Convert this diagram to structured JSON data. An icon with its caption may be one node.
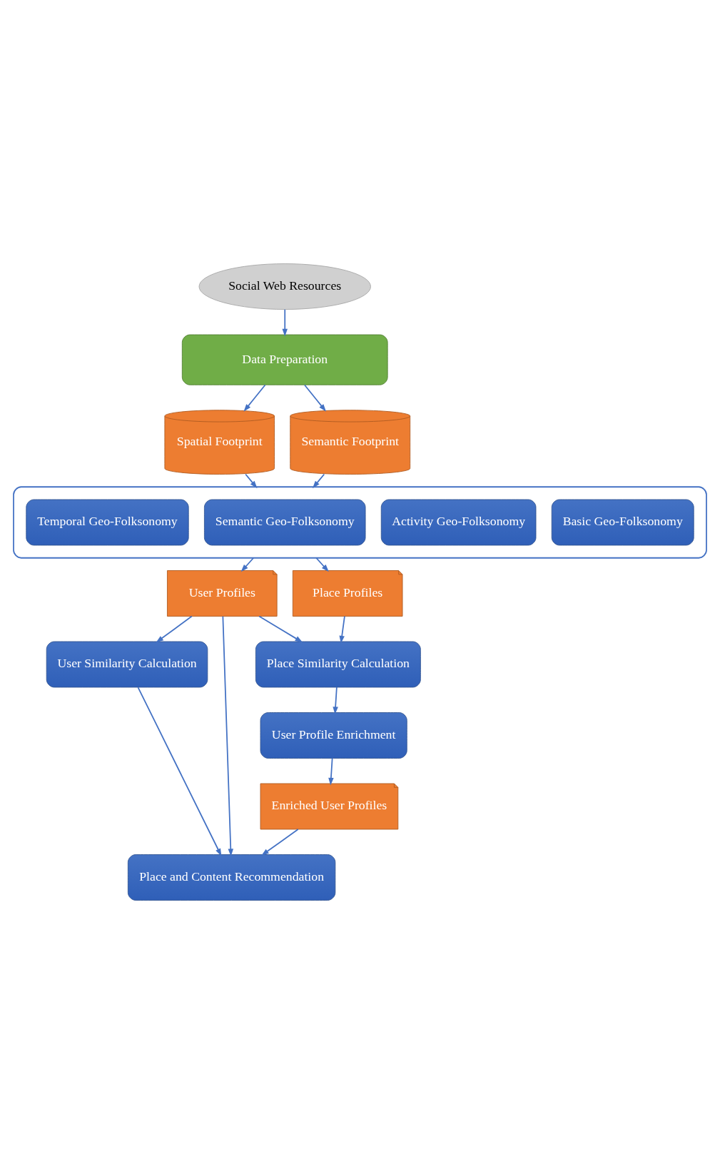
{
  "diagram": {
    "nodes": [
      {
        "text": [
          "Social Web Resources"
        ]
      },
      {
        "text": [
          "Data Preparation"
        ]
      },
      {
        "text": [
          "Spatial Footprint"
        ]
      },
      {
        "text": [
          "Semantic Footprint"
        ]
      },
      {
        "text": [],
        "shape": "box"
      },
      {
        "text": [
          "Basic Geo-Folksonomy"
        ],
        "in": 4
      },
      {
        "text": [
          "Activity Geo-Folksonomy"
        ],
        "in": 4
      },
      {
        "text": [
          "Semantic Geo-Folksonomy"
        ],
        "in": 4
      },
      {
        "text": [
          "Temporal Geo-Folksonomy"
        ],
        "in": 4
      },
      {
        "text": [
          "User Profiles"
        ]
      },
      {
        "text": [
          "Place Profiles"
        ]
      },
      {
        "text": [
          "User Similarity Calculation"
        ]
      },
      {
        "text": [
          "Place Similarity Calculation"
        ]
      },
      {
        "text": [
          "Place and Content Recommendation"
        ]
      },
      {
        "text": [
          "User Profile Enrichment"
        ]
      },
      {
        "text": [
          "Enriched User Profiles"
        ]
      }
    ],
    "edges": [
      {
        "from": 0,
        "to": 1,
        "arrow": "to"
      },
      {
        "from": 1,
        "to": 2,
        "arrow": "to"
      },
      {
        "from": 1,
        "to": 3,
        "arrow": "to"
      },
      {
        "from": 2,
        "to": 4,
        "arrow": "to"
      },
      {
        "from": 3,
        "to": 4,
        "arrow": "to"
      },
      {
        "from": 4,
        "to": 9,
        "arrow": "to"
      },
      {
        "from": 4,
        "to": 10,
        "arrow": "to"
      },
      {
        "from": 9,
        "to": 11,
        "arrow": "to"
      },
      {
        "from": 9,
        "to": 12,
        "arrow": "to"
      },
      {
        "from": 10,
        "to": 12,
        "arrow": "to"
      },
      {
        "from": 9,
        "to": 13,
        "arrow": "to"
      },
      {
        "from": 11,
        "to": 13,
        "arrow": "to"
      },
      {
        "from": 12,
        "to": 14,
        "arrow": "to"
      },
      {
        "from": 14,
        "to": 15,
        "arrow": "to"
      },
      {
        "from": 15,
        "to": 13,
        "arrow": "to"
      }
    ]
  }
}
